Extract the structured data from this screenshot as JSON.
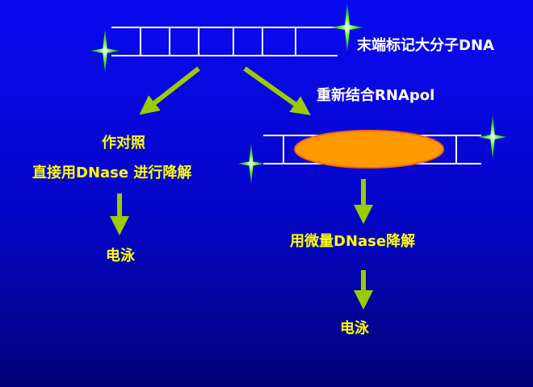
{
  "labels": {
    "top_dna": "末端标记大分子DNA",
    "rebind": "重新结合RNApol",
    "control": "作对照",
    "direct_digest": "直接用DNase 进行降解",
    "left_electrophoresis": "电泳",
    "micro_digest": "用微量DNase降解",
    "right_electrophoresis": "电泳"
  },
  "colors": {
    "dna": "#ffffff",
    "arrow": "#99cc00",
    "protein": "#ff9900",
    "label": "#ffff00"
  }
}
